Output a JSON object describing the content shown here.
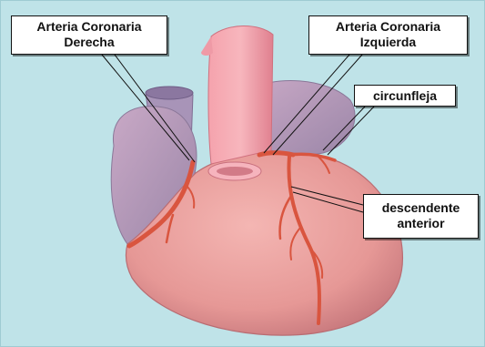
{
  "colors": {
    "background": "#bfe3e8",
    "heart_muscle": "#e89a9a",
    "atria": "#b59ab8",
    "vessel": "#f28c9a",
    "artery": "#e0604d",
    "label_bg": "#ffffff",
    "leader_line": "#111111"
  },
  "labels": {
    "right_coronary": {
      "line1": "Arteria Coronaria",
      "line2": "Derecha"
    },
    "left_coronary": {
      "line1": "Arteria Coronaria",
      "line2": "Izquierda"
    },
    "circumflex": {
      "text": "circunfleja"
    },
    "anterior_descending": {
      "line1": "descendente",
      "line2": "anterior"
    }
  }
}
